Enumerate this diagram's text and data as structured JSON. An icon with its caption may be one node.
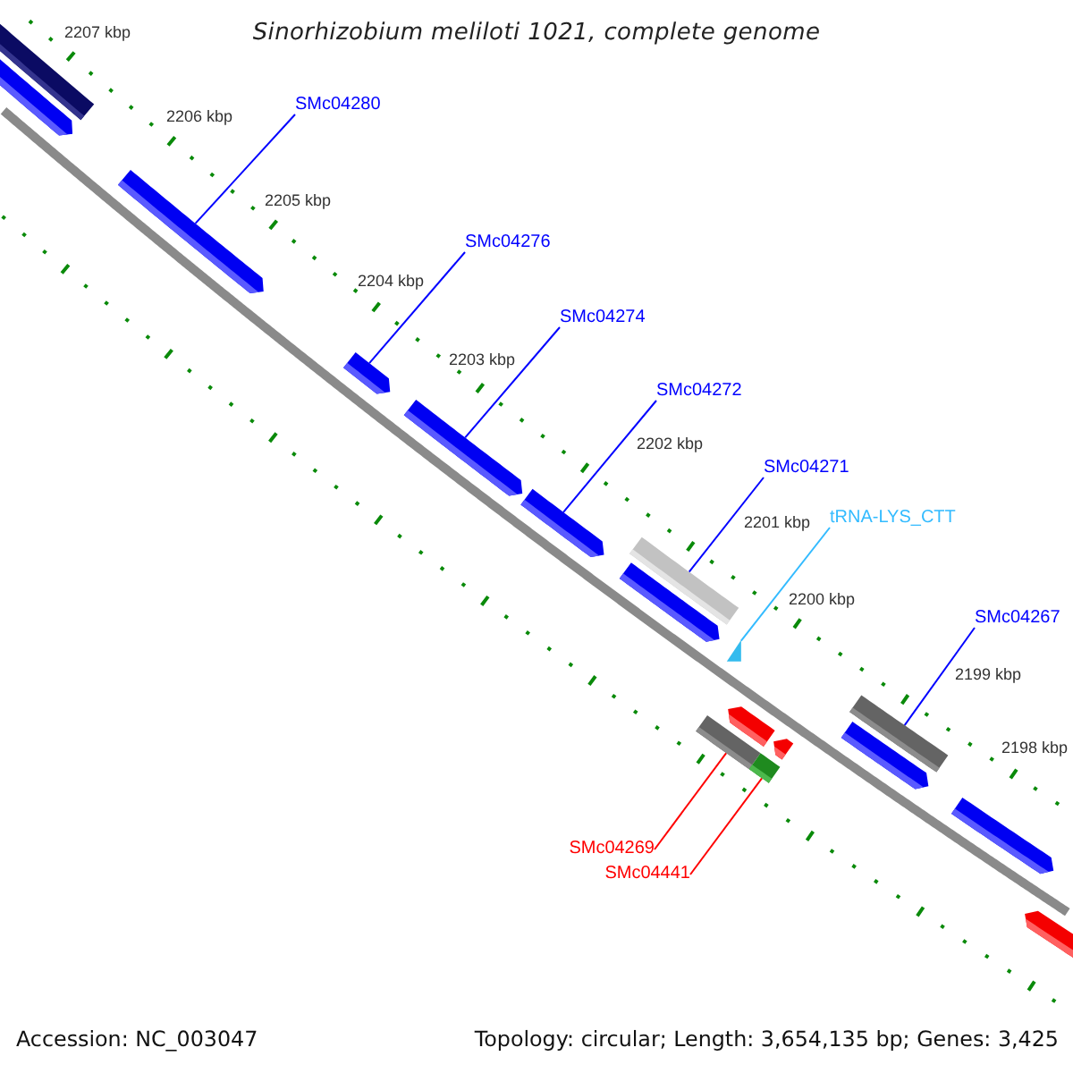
{
  "diagram": {
    "title": "Sinorhizobium meliloti 1021, complete genome",
    "nodes": [
      {
        "text": [
          "SMc04280"
        ]
      },
      {
        "text": [
          "SMc04276"
        ]
      },
      {
        "text": [
          "SMc04274"
        ]
      },
      {
        "text": [
          "SMc04272"
        ]
      },
      {
        "text": [
          "SMc04271"
        ]
      },
      {
        "text": [
          "tRNA-LYS_CTT"
        ]
      },
      {
        "text": [
          "SMc04267"
        ]
      },
      {
        "text": [
          "SMc04269"
        ]
      },
      {
        "text": [
          "SMc04441"
        ]
      },
      {
        "text": [],
        "shape": "bar"
      },
      {
        "text": [],
        "shape": "arrow"
      },
      {
        "text": [],
        "shape": "arrow"
      },
      {
        "text": [],
        "shape": "arrow"
      },
      {
        "text": [],
        "shape": "arrow"
      },
      {
        "text": [],
        "shape": "arrow"
      },
      {
        "text": [],
        "shape": "bar"
      },
      {
        "text": [],
        "shape": "arrow"
      },
      {
        "text": [],
        "shape": "triangle"
      },
      {
        "text": [],
        "shape": "arrow"
      },
      {
        "text": [],
        "shape": "bar"
      },
      {
        "text": [],
        "shape": "arrow"
      },
      {
        "text": [],
        "shape": "bar"
      },
      {
        "text": [],
        "shape": "bar"
      },
      {
        "text": [],
        "shape": "arrow"
      },
      {
        "text": [],
        "shape": "arrow"
      },
      {
        "text": [],
        "shape": "arrow"
      }
    ],
    "edges": [
      {
        "from": 0,
        "to": 11,
        "arrow": "none"
      },
      {
        "from": 1,
        "to": 12,
        "arrow": "none"
      },
      {
        "from": 2,
        "to": 13,
        "arrow": "none"
      },
      {
        "from": 3,
        "to": 14,
        "arrow": "none"
      },
      {
        "from": 4,
        "to": 15,
        "arrow": "none"
      },
      {
        "from": 5,
        "to": 17,
        "arrow": "none",
        "color": "#33bbff"
      },
      {
        "from": 6,
        "to": 22,
        "arrow": "none"
      },
      {
        "from": 7,
        "to": 19,
        "arrow": "none",
        "color": "#ff0000"
      },
      {
        "from": 8,
        "to": 21,
        "arrow": "none",
        "color": "#ff0000"
      }
    ],
    "labels": [
      "2207 kbp",
      "2206 kbp",
      "2205 kbp",
      "2204 kbp",
      "2203 kbp",
      "2202 kbp",
      "2201 kbp",
      "2200 kbp",
      "2199 kbp",
      "2198 kbp",
      "Accession: NC_003047",
      "Topology: circular; Length: 3,654,135 bp; Genes: 3,425"
    ]
  }
}
